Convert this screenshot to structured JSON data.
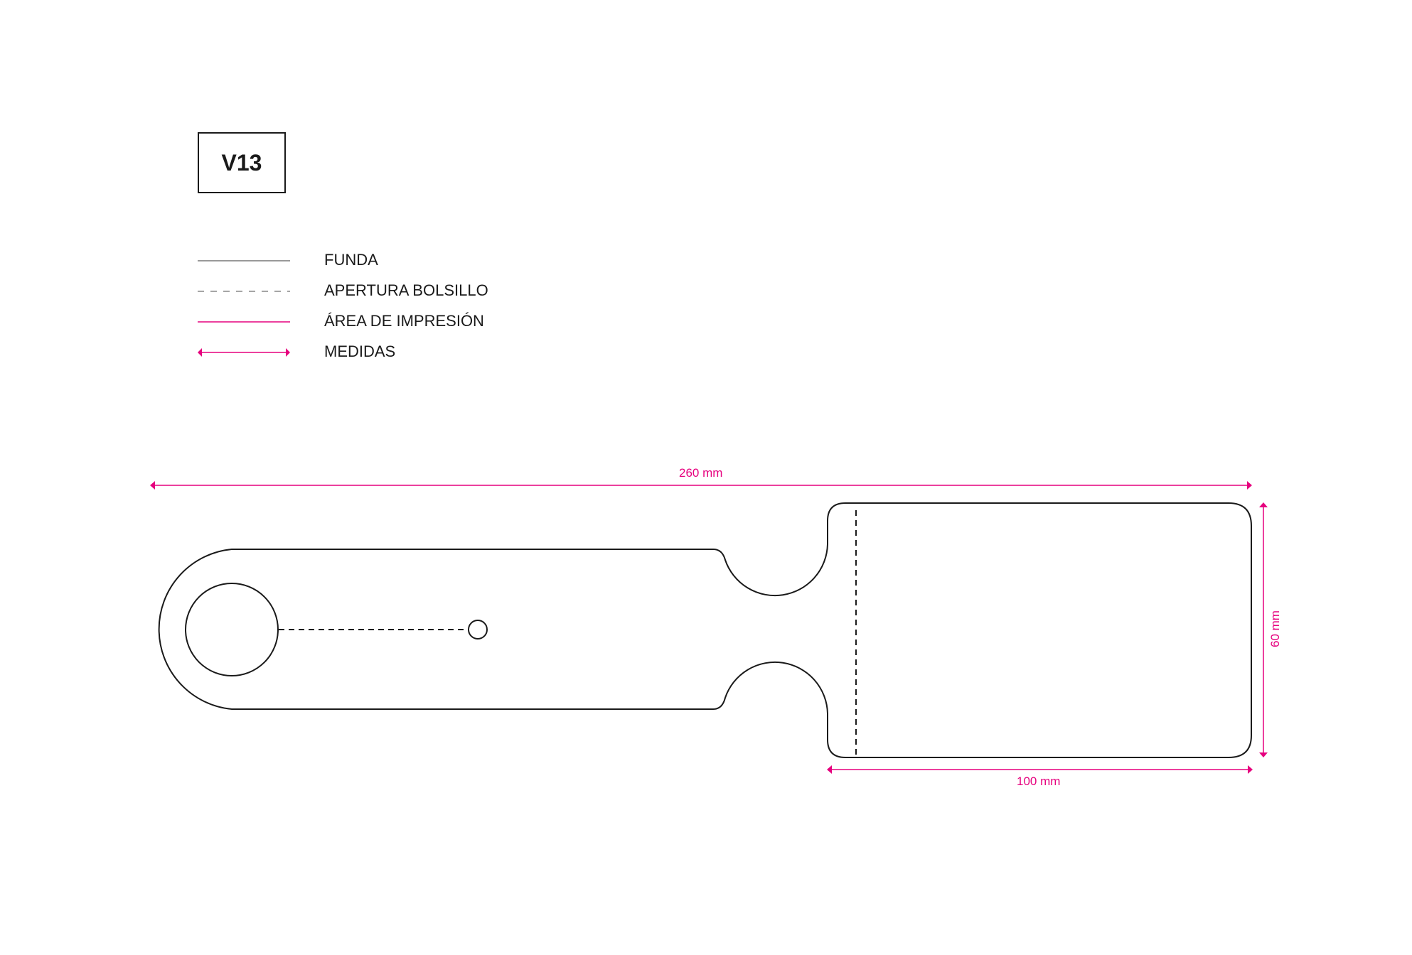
{
  "model": {
    "code": "V13"
  },
  "legend": {
    "items": [
      {
        "key": "funda",
        "label": "FUNDA",
        "style": "solid",
        "color": "#999999"
      },
      {
        "key": "apertura",
        "label": "APERTURA BOLSILLO",
        "style": "dashed",
        "color": "#999999"
      },
      {
        "key": "area",
        "label": "ÁREA DE IMPRESIÓN",
        "style": "solid",
        "color": "#e6007e"
      },
      {
        "key": "medidas",
        "label": "MEDIDAS",
        "style": "double-arrow",
        "color": "#e6007e"
      }
    ]
  },
  "dimensions": {
    "total_length": "260 mm",
    "pocket_width": "100 mm",
    "pocket_height": "60 mm"
  },
  "colors": {
    "outline": "#1a1a1a",
    "measure": "#e6007e",
    "legend_gray": "#999999"
  }
}
